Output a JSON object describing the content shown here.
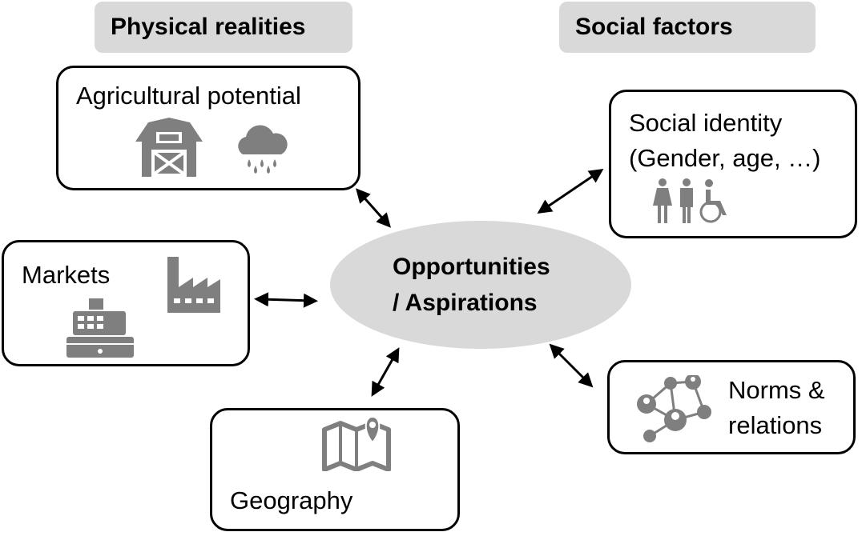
{
  "headers": {
    "physical": "Physical realities",
    "social": "Social factors"
  },
  "center": {
    "line1": "Opportunities",
    "line2": "/ Aspirations"
  },
  "boxes": {
    "agricultural": "Agricultural potential",
    "social_identity_1": "Social identity",
    "social_identity_2": "(Gender, age, …)",
    "markets": "Markets",
    "norms_1": "Norms &",
    "norms_2": "relations",
    "geography": "Geography"
  },
  "colors": {
    "icon": "#7f7f7f",
    "fill": "#d9d9d9"
  }
}
